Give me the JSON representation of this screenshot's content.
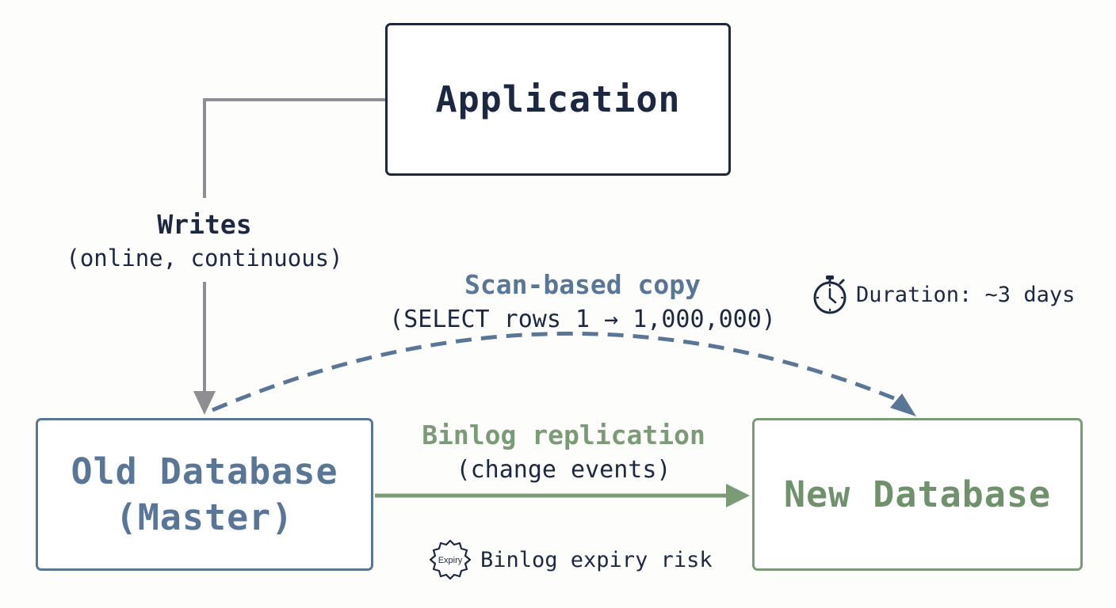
{
  "nodes": {
    "application": {
      "title": "Application"
    },
    "old_database": {
      "line1": "Old Database",
      "line2": "(Master)"
    },
    "new_database": {
      "title": "New Database"
    }
  },
  "edges": {
    "writes": {
      "label": "Writes",
      "detail": "(online, continuous)",
      "color": "#8e8e93"
    },
    "scan_copy": {
      "label": "Scan-based copy",
      "detail": "(SELECT rows 1 → 1,000,000)",
      "color": "#5a7697"
    },
    "binlog": {
      "label": "Binlog replication",
      "detail": "(change events)",
      "color": "#7a9b76"
    }
  },
  "notes": {
    "duration": {
      "icon": "stopwatch-icon",
      "text": "Duration: ~3 days"
    },
    "expiry": {
      "icon": "expiry-seal-icon",
      "seal_text": "Expiry",
      "text": "Binlog expiry risk"
    }
  },
  "colors": {
    "navy": "#1c2841",
    "blue": "#5a7697",
    "green": "#7a9b76",
    "gray": "#8e8e93"
  }
}
